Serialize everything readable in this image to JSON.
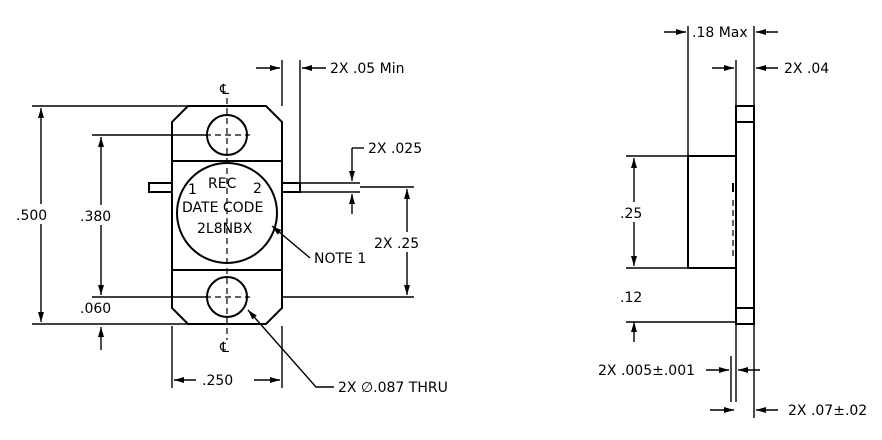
{
  "front_view": {
    "centerline_top": "℄",
    "centerline_bottom": "℄",
    "overall_height": ".500",
    "hole_spacing": ".380",
    "hole_offset": ".060",
    "width": ".250",
    "lead_gap": "2X .05 Min",
    "lead_thickness": "2X .025",
    "lead_spacing": "2X .25",
    "note": "NOTE 1",
    "hole_callout": "2X ∅.087 THRU",
    "marking": {
      "line1": "REC",
      "pin1": "1",
      "pin2": "2",
      "line2": "DATE CODE",
      "line3": "2L8NBX"
    }
  },
  "side_view": {
    "max_thickness": ".18 Max",
    "flange_thickness": "2X .04",
    "body_height": ".25",
    "lower_height": ".12",
    "lead_thickness": "2X .005±.001",
    "lead_offset": "2X .07±.02"
  }
}
